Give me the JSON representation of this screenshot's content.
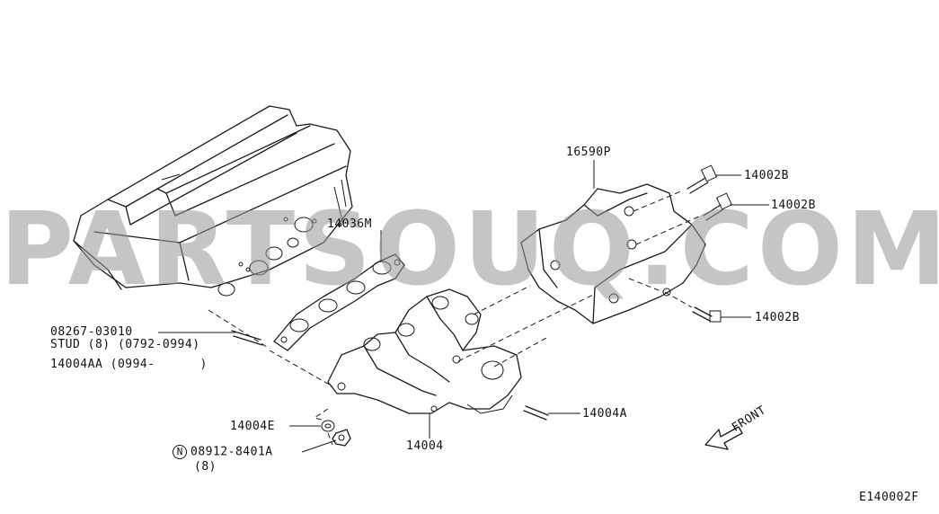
{
  "watermark": "PARTSOUQ.COM",
  "labels": {
    "heat_insulator": "16590P",
    "bolt_top_1": "14002B",
    "bolt_top_2": "14002B",
    "bolt_bottom": "14002B",
    "gasket": "14036M",
    "stud_part": "08267-03010",
    "stud_desc": "STUD (8) (0792-0994)",
    "stud_alt": "14004AA (0994-      )",
    "stud_right": "14004A",
    "washer": "14004E",
    "manifold": "14004",
    "nut_symbol": "N",
    "nut_part": "08912-8401A",
    "nut_qty": "(8)",
    "front": "FRONT",
    "diagram_id": "E140002F"
  }
}
